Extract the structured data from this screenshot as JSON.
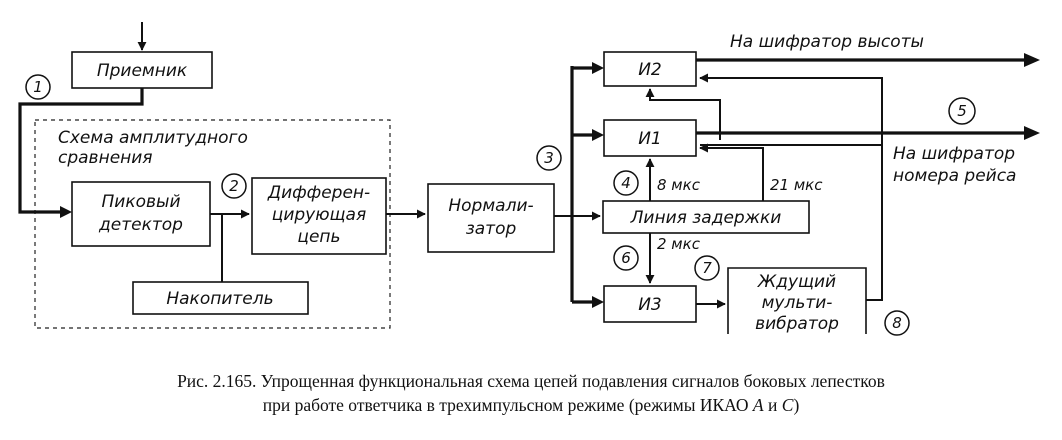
{
  "blocks": {
    "receiver": "Приемник",
    "peak_detector": [
      "Пиковый",
      "детектор"
    ],
    "differentiator": [
      "Дифферен-",
      "цирующая",
      "цепь"
    ],
    "accumulator": "Накопитель",
    "normalizer": [
      "Нормали-",
      "затор"
    ],
    "and1": "И1",
    "and2": "И2",
    "and3": "И3",
    "delay_line": "Линия задержки",
    "multivibrator": [
      "Ждущий",
      "мульти-",
      "вибратор"
    ]
  },
  "group_label": [
    "Схема амплитудного",
    "сравнения"
  ],
  "delays": {
    "d8": "8 мкс",
    "d21": "21 мкс",
    "d2": "2 мкс"
  },
  "outputs": {
    "altitude": "На шифратор высоты",
    "flight": [
      "На шифратор",
      "номера рейса"
    ]
  },
  "markers": [
    "1",
    "2",
    "3",
    "4",
    "5",
    "6",
    "7",
    "8"
  ],
  "caption": {
    "line1": "Рис. 2.165. Упрощенная функциональная схема цепей подавления сигналов боковых лепестков",
    "line2_pre": "при работе ответчика в трехимпульсном режиме (режимы ИКАО ",
    "line2_a": "А",
    "line2_mid": " и ",
    "line2_c": "С",
    "line2_post": ")"
  }
}
